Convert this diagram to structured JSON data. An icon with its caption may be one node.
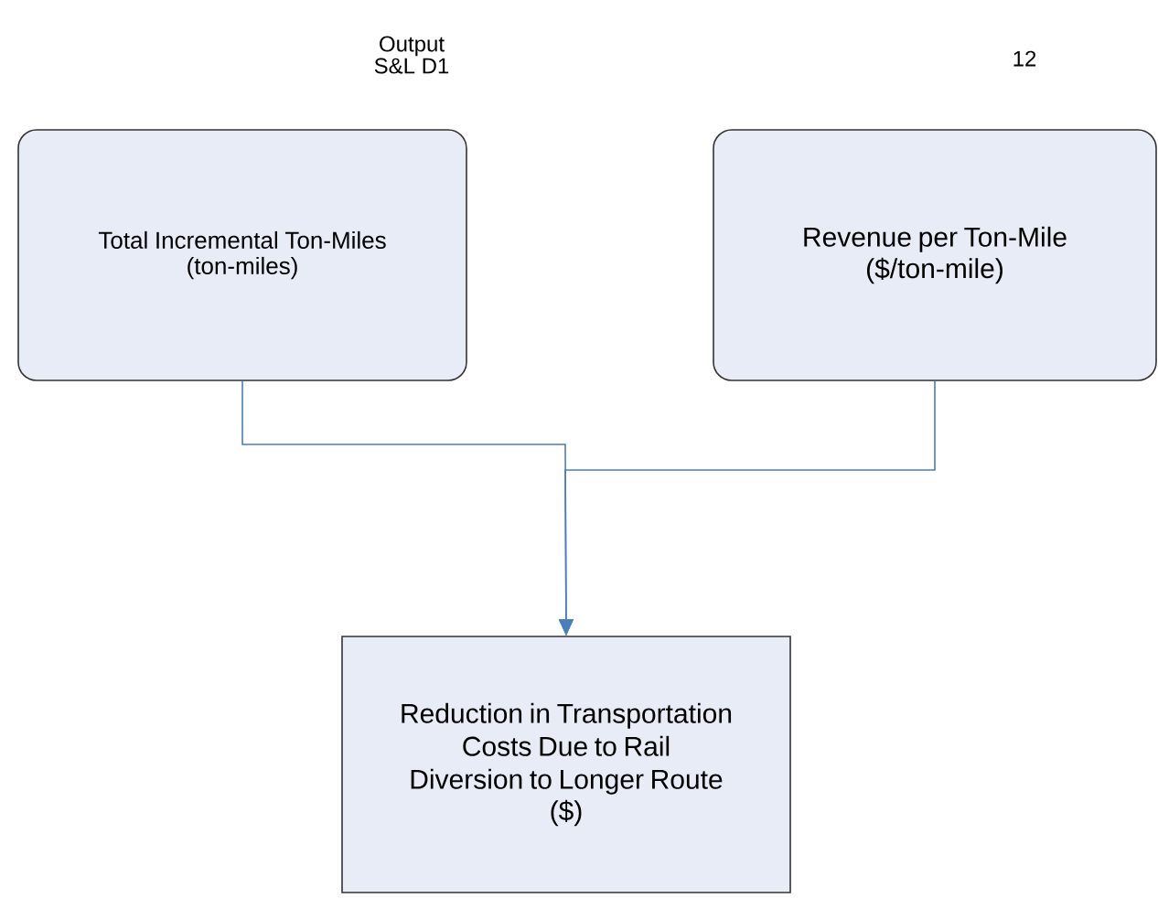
{
  "diagram": {
    "nodes": [
      {
        "text": [
          "Total Incremental Ton-Miles",
          "(ton-miles)"
        ]
      },
      {
        "text": [
          "Revenue per Ton-Mile",
          "($/ton-mile)"
        ]
      },
      {
        "text": [
          "Reduction in Transportation Costs Due to Rail Diversion to Longer Route",
          "($)"
        ]
      }
    ],
    "edges": [
      {
        "from": 0,
        "to": 2,
        "arrow": "to",
        "color": "#4a7ebb"
      },
      {
        "from": 1,
        "to": 2,
        "arrow": "to",
        "color": "#4a7ebb"
      }
    ],
    "labels": [
      "Output S&L D1",
      "12"
    ]
  }
}
